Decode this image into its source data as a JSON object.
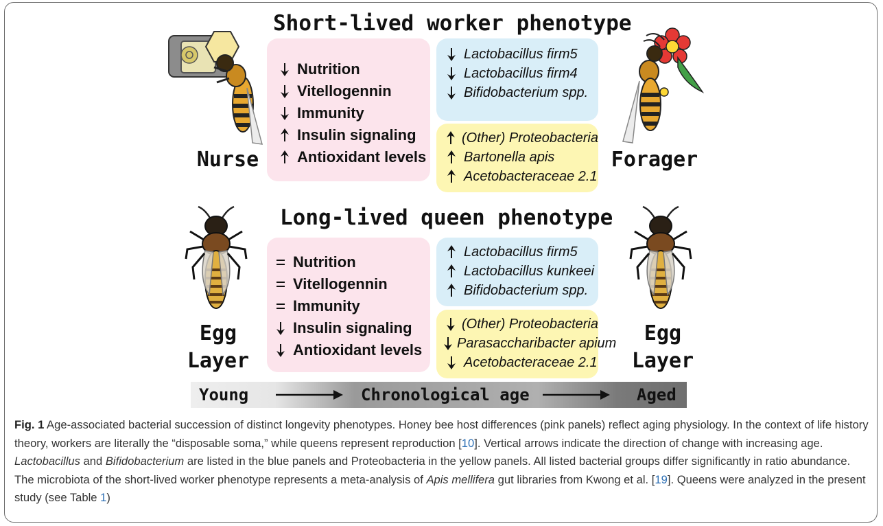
{
  "figure": {
    "heading_worker": "Short-lived worker phenotype",
    "heading_queen": "Long-lived queen phenotype",
    "roles": {
      "nurse": "Nurse",
      "forager": "Forager",
      "egg_layer_word1": "Egg",
      "egg_layer_word2": "Layer"
    },
    "worker_host": [
      {
        "dir": "down",
        "text": "Nutrition"
      },
      {
        "dir": "down",
        "text": "Vitellogennin"
      },
      {
        "dir": "down",
        "text": "Immunity"
      },
      {
        "dir": "up",
        "text": "Insulin signaling"
      },
      {
        "dir": "up",
        "text": "Antioxidant levels"
      }
    ],
    "worker_blue": [
      {
        "dir": "down",
        "text": "Lactobacillus firm5"
      },
      {
        "dir": "down",
        "text": "Lactobacillus firm4"
      },
      {
        "dir": "down",
        "text": "Bifidobacterium spp."
      }
    ],
    "worker_yellow": [
      {
        "dir": "up",
        "text": "(Other) Proteobacteria"
      },
      {
        "dir": "up",
        "text": "Bartonella apis"
      },
      {
        "dir": "up",
        "text": "Acetobacteraceae 2.1"
      }
    ],
    "queen_host": [
      {
        "dir": "equal",
        "text": "Nutrition"
      },
      {
        "dir": "equal",
        "text": "Vitellogennin"
      },
      {
        "dir": "equal",
        "text": "Immunity"
      },
      {
        "dir": "down",
        "text": "Insulin signaling"
      },
      {
        "dir": "down",
        "text": "Antioxidant levels"
      }
    ],
    "queen_blue": [
      {
        "dir": "up",
        "text": "Lactobacillus firm5"
      },
      {
        "dir": "up",
        "text": "Lactobacillus kunkeei"
      },
      {
        "dir": "up",
        "text": "Bifidobacterium spp."
      }
    ],
    "queen_yellow": [
      {
        "dir": "down",
        "text": "(Other) Proteobacteria"
      },
      {
        "dir": "down",
        "text": "Parasaccharibacter apium"
      },
      {
        "dir": "down",
        "text": "Acetobacteraceae 2.1"
      }
    ],
    "age_bar": {
      "young": "Young",
      "middle": "Chronological age",
      "aged": "Aged"
    },
    "colors": {
      "host_panel": "#fce4ec",
      "lactobacillus_panel": "#d9eef8",
      "proteobacteria_panel": "#fdf6b3"
    }
  },
  "caption": {
    "label": "Fig. 1",
    "s1": " Age-associated bacterial succession of distinct longevity phenotypes. Honey bee host differences (pink panels) reflect aging physiology. In the context of life history theory, workers are literally the “disposable soma,” while queens represent reproduction [",
    "ref10": "10",
    "s2": "]. Vertical arrows indicate the direction of change with increasing age. ",
    "lacto": "Lactobacillus",
    "s3": " and ",
    "bifido": "Bifidobacterium",
    "s4": " are listed in the blue panels and Proteobacteria in the yellow panels. All listed bacterial groups differ significantly in ratio abundance. The microbiota of the short-lived worker phenotype represents a meta-analysis of ",
    "apis": "Apis mellifera",
    "s5": " gut libraries from Kwong et al. [",
    "ref19": "19",
    "s6": "]. Queens were analyzed in the present study (see Table ",
    "table": "1",
    "s7": ")"
  }
}
